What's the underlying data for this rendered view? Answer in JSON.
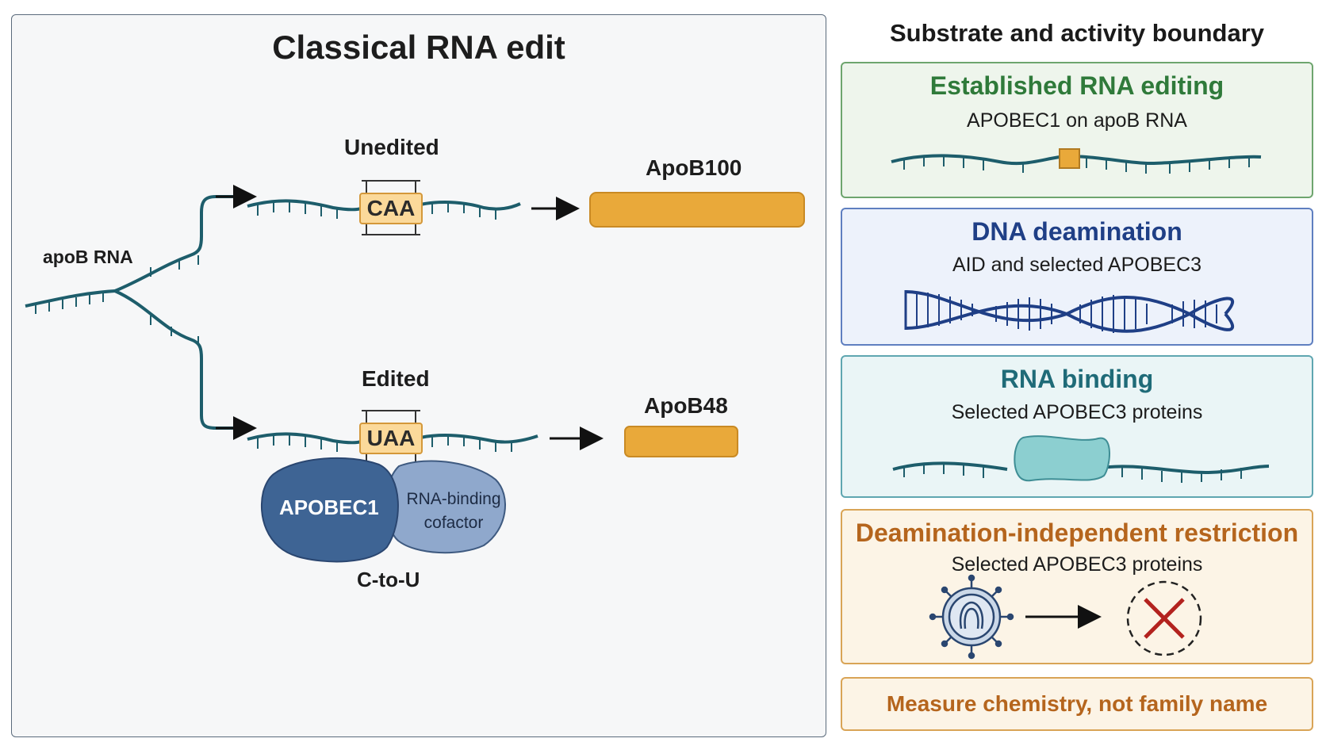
{
  "left": {
    "title": "Classical RNA edit",
    "source_label": "apoB RNA",
    "unedited": {
      "label": "Unedited",
      "codon": "CAA",
      "protein": "ApoB100"
    },
    "edited": {
      "label": "Edited",
      "codon": "UAA",
      "protein": "ApoB48"
    },
    "enzyme": "APOBEC1",
    "cofactor_line1": "RNA-binding",
    "cofactor_line2": "cofactor",
    "reaction": "C-to-U"
  },
  "right": {
    "heading": "Substrate and activity boundary",
    "cards": [
      {
        "title": "Established RNA editing",
        "subtitle": "APOBEC1 on apoB RNA",
        "color": "#2f7a3a",
        "bg": "#eef5ec",
        "border": "#6ea56e"
      },
      {
        "title": "DNA deamination",
        "subtitle": "AID and selected APOBEC3",
        "color": "#1f3f86",
        "bg": "#edf2fb",
        "border": "#5f7fc0"
      },
      {
        "title": "RNA binding",
        "subtitle": "Selected APOBEC3 proteins",
        "color": "#1f6b78",
        "bg": "#eaf5f6",
        "border": "#5fa6b0"
      },
      {
        "title": "Deamination-independent restriction",
        "subtitle": "Selected APOBEC3 proteins",
        "color": "#b5651d",
        "bg": "#fcf4e6",
        "border": "#d9a456"
      }
    ],
    "footer": "Measure chemistry, not family name"
  },
  "colors": {
    "rna_strand": "#1d5d6b",
    "protein_bar": "#e9a93a",
    "codon_box": "#fbd99a",
    "enzyme": "#3e6494",
    "cofactor": "#8fa8cc",
    "cross": "#b3221e"
  }
}
